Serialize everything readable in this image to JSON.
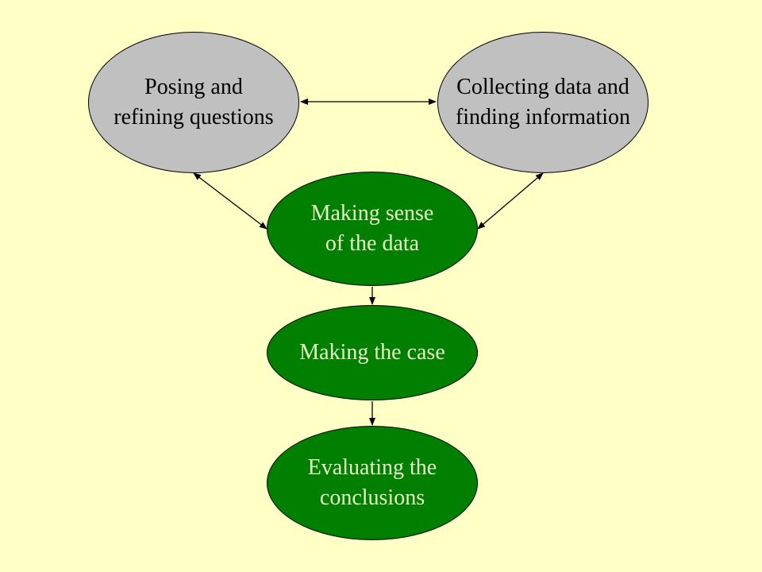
{
  "diagram": {
    "nodes": {
      "posing": {
        "lines": [
          "Posing and",
          "refining questions"
        ]
      },
      "collecting": {
        "lines": [
          "Collecting data and",
          "finding information"
        ]
      },
      "sense": {
        "lines": [
          "Making sense",
          "of the data"
        ]
      },
      "case": {
        "lines": [
          "Making the case"
        ]
      },
      "evaluating": {
        "lines": [
          "Evaluating the",
          "conclusions"
        ]
      }
    },
    "edges": [
      {
        "from": "posing",
        "to": "collecting",
        "direction": "both"
      },
      {
        "from": "posing",
        "to": "sense",
        "direction": "both"
      },
      {
        "from": "collecting",
        "to": "sense",
        "direction": "both"
      },
      {
        "from": "sense",
        "to": "case",
        "direction": "forward"
      },
      {
        "from": "case",
        "to": "evaluating",
        "direction": "forward"
      }
    ],
    "colors": {
      "background": "#ffffc6",
      "gray_node": "#c0c0c0",
      "green_node": "#007f00",
      "green_text": "#e8f2c8",
      "line": "#000000"
    }
  }
}
